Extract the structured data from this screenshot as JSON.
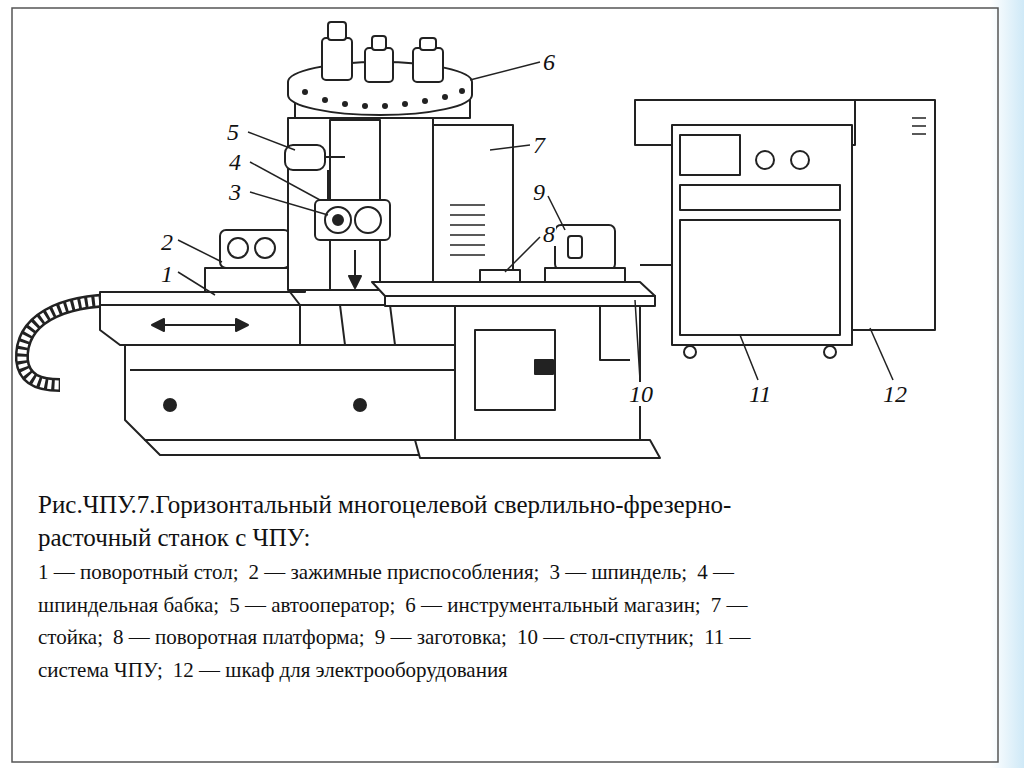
{
  "diagram": {
    "caption": "Рис.ЧПУ.7.Горизонтальный многоцелевой сверлильно-фрезерно-расточный станок с ЧПУ:",
    "labels": [
      "1",
      "2",
      "3",
      "4",
      "5",
      "6",
      "7",
      "8",
      "9",
      "10",
      "11",
      "12",
      "1 — поворотный стол;",
      "2 — зажимные приспособления;",
      "3 — шпиндель;",
      "4 — шпиндельная бабка;",
      "5 — автооператор;",
      "6 — инструментальный магазин;",
      "7 — стойка;",
      "8 — поворотная платформа;",
      "9 — заготовка;",
      "10 — стол-спутник;",
      "11 — система ЧПУ;",
      "12 — шкаф для электрооборудования"
    ]
  }
}
